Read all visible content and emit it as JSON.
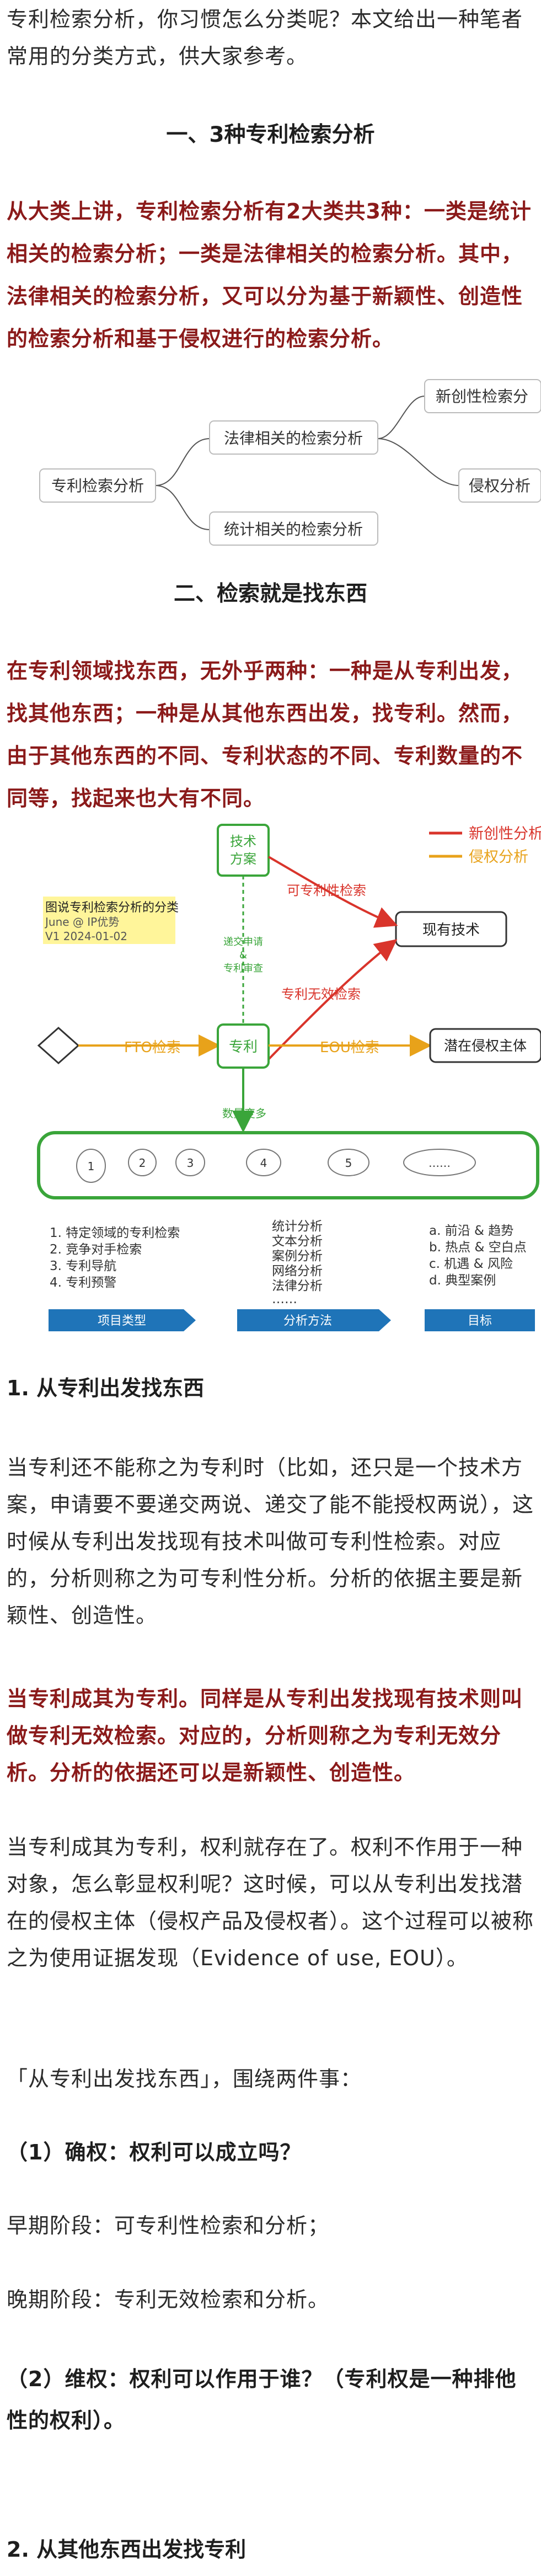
{
  "intro": "专利检索分析，你习惯怎么分类呢？本文给出一种笔者常用的分类方式，供大家参考。",
  "section1": {
    "title": "一、3种专利检索分析",
    "highlight": "从大类上讲，专利检索分析有2大类共3种：一类是统计相关的检索分析；一类是法律相关的检索分析。其中，法律相关的检索分析，又可以分为基于新颖性、创造性的检索分析和基于侵权进行的检索分析。"
  },
  "mindmap": {
    "root": "专利检索分析",
    "legal": "法律相关的检索分析",
    "stat": "统计相关的检索分析",
    "novelty": "新创性检索分",
    "infringe": "侵权分析"
  },
  "section2": {
    "title": "二、检索就是找东西",
    "highlight": "在专利领域找东西，无外乎两种：一种是从专利出发，找其他东西；一种是从其他东西出发，找专利。然而，由于其他东西的不同、专利状态的不同、专利数量的不同等，找起来也大有不同。"
  },
  "flow": {
    "legend_red": "新创性分析",
    "legend_orange": "侵权分析",
    "caption_title": "图说专利检索分析的分类",
    "caption_author": "June @ IP优势",
    "caption_version": "V1 2024-01-02",
    "tech_line1": "技术",
    "tech_line2": "方案",
    "patentability": "可专利性检索",
    "prior_art": "现有技术",
    "filing_line1": "递交申请",
    "filing_amp": "&",
    "filing_line2": "专利审查",
    "invalidation": "专利无效检索",
    "fto": "FTO检索",
    "patent": "专利",
    "eou": "EOU检索",
    "infringer": "潜在侵权主体",
    "count_more": "数量变多",
    "circles": [
      "1",
      "2",
      "3",
      "4",
      "5",
      "……"
    ],
    "project_types": [
      "1. 特定领域的专利检索",
      "2. 竞争对手检索",
      "3. 专利导航",
      "4. 专利预警"
    ],
    "methods": [
      "统计分析",
      "文本分析",
      "案例分析",
      "网络分析",
      "法律分析",
      "……"
    ],
    "goals": [
      "a. 前沿 & 趋势",
      "b. 热点 & 空白点",
      "c. 机遇 & 风险",
      "d. 典型案例"
    ],
    "bar_labels": [
      "项目类型",
      "分析方法",
      "目标"
    ],
    "colors": {
      "red": "#d9342b",
      "orange": "#e8a21a",
      "green": "#3aa53a",
      "blue": "#1f74b8"
    }
  },
  "sub1": {
    "title": "1. 从专利出发找东西",
    "p1": "当专利还不能称之为专利时（比如，还只是一个技术方案，申请要不要递交两说、递交了能不能授权两说），这时候从专利出发找现有技术叫做可专利性检索。对应的，分析则称之为可专利性分析。分析的依据主要是新颖性、创造性。",
    "p2": "当专利成其为专利。同样是从专利出发找现有技术则叫做专利无效检索。对应的，分析则称之为专利无效分析。分析的依据还可以是新颖性、创造性。",
    "p3": "当专利成其为专利，权利就存在了。权利不作用于一种对象，怎么彰显权利呢？这时候，可以从专利出发找潜在的侵权主体（侵权产品及侵权者）。这个过程可以被称之为使用证据发现（Evidence of use, EOU）。",
    "p4": "「从专利出发找东西」，围绕两件事：",
    "q1": "（1）确权：权利可以成立吗？",
    "early": "早期阶段：可专利性检索和分析；",
    "late": "晚期阶段：专利无效检索和分析。",
    "q2": "（2）维权：权利可以作用于谁？（专利权是一种排他性的权利）。"
  },
  "sub2": {
    "title": "2. 从其他东西出发找专利"
  }
}
